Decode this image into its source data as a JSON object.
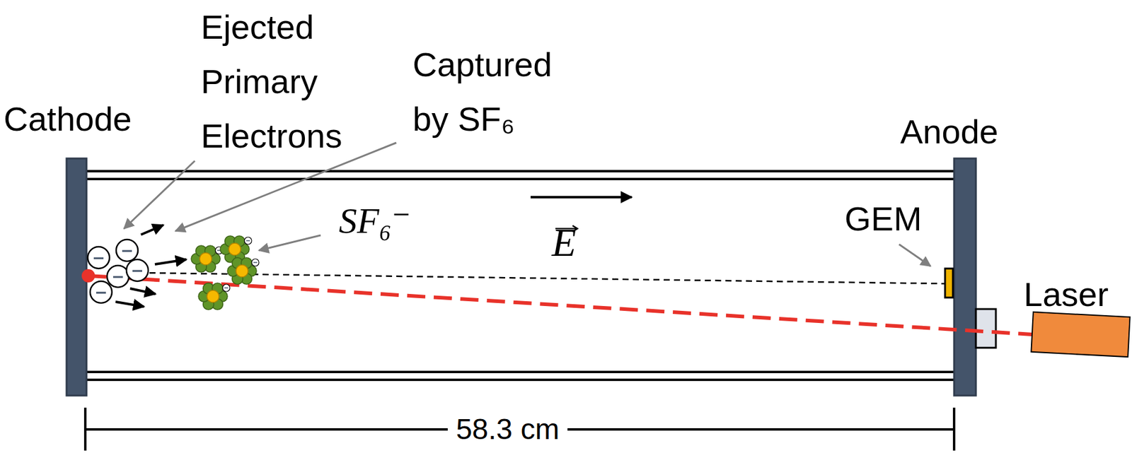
{
  "diagram": {
    "labels": [
      "Cathode",
      "Ejected Primary Electrons",
      "Captured by SF₆",
      "SF₆⁻",
      "E",
      "GEM",
      "Anode",
      "Laser",
      "58.3 cm"
    ]
  }
}
